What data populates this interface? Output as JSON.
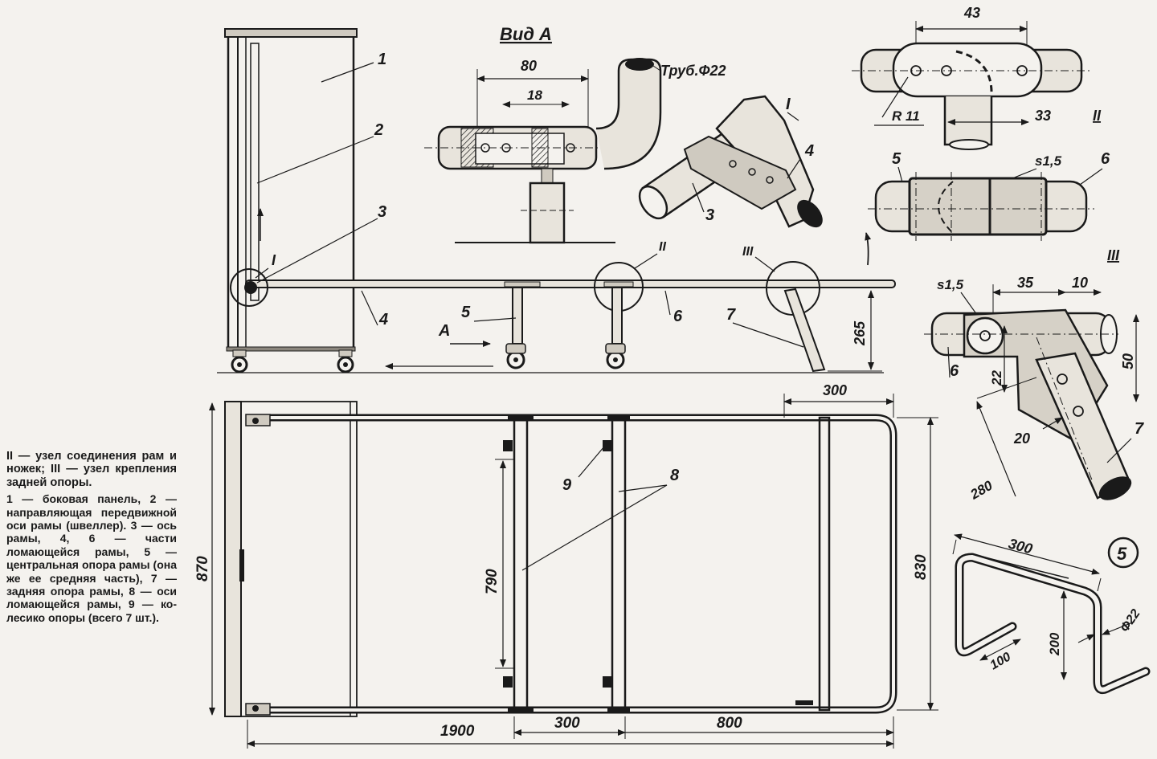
{
  "caption": {
    "intro": "II — узел соедине­ния рам и ножек; III — узел крепле­ния задней опоры.",
    "legend": "1 — боковая панель, 2 — направляющая передвижной оси ра­мы (швеллер). 3 — ось рамы, 4, 6 — части ломающейся рамы, 5 — централь­ная опора рамы (она же ее средняя часть), 7 — задняя опора ра­мы, 8 — оси ломаю­щейся рамы, 9 — ко­лесико опоры (всего 7 шт.)."
  },
  "side_view": {
    "labels": {
      "p1": "1",
      "p2": "2",
      "p3": "3",
      "p4": "4",
      "p5": "5",
      "p6": "6",
      "p7": "7"
    },
    "nodes": {
      "n1": "I",
      "n2": "II",
      "n3": "III"
    },
    "view_arrow": "A",
    "dim_height": "265"
  },
  "view_a": {
    "title": "Вид А",
    "dim_80": "80",
    "dim_18": "18",
    "tube_note": "Труб.Ф22"
  },
  "node1": {
    "mark": "I",
    "p3": "3",
    "p4": "4"
  },
  "node2": {
    "mark": "II",
    "dim_43": "43",
    "dim_33": "33",
    "radius": "R 11",
    "p5": "5",
    "p6": "6",
    "thickness": "s1,5"
  },
  "node3": {
    "mark": "III",
    "thickness": "s1,5",
    "dim_35": "35",
    "dim_10": "10",
    "dim_50": "50",
    "dim_22": "22",
    "dim_20": "20",
    "dim_280": "280",
    "p6": "6",
    "p7": "7"
  },
  "plan": {
    "dim_1900": "1900",
    "dim_300_bottom": "300",
    "dim_800": "800",
    "dim_300_top": "300",
    "dim_870": "870",
    "dim_830": "830",
    "dim_790": "790",
    "p8": "8",
    "p9": "9"
  },
  "fig5": {
    "number": "5",
    "dim_300": "300",
    "dim_200": "200",
    "dim_100": "100",
    "dim_22": "Ф22"
  }
}
